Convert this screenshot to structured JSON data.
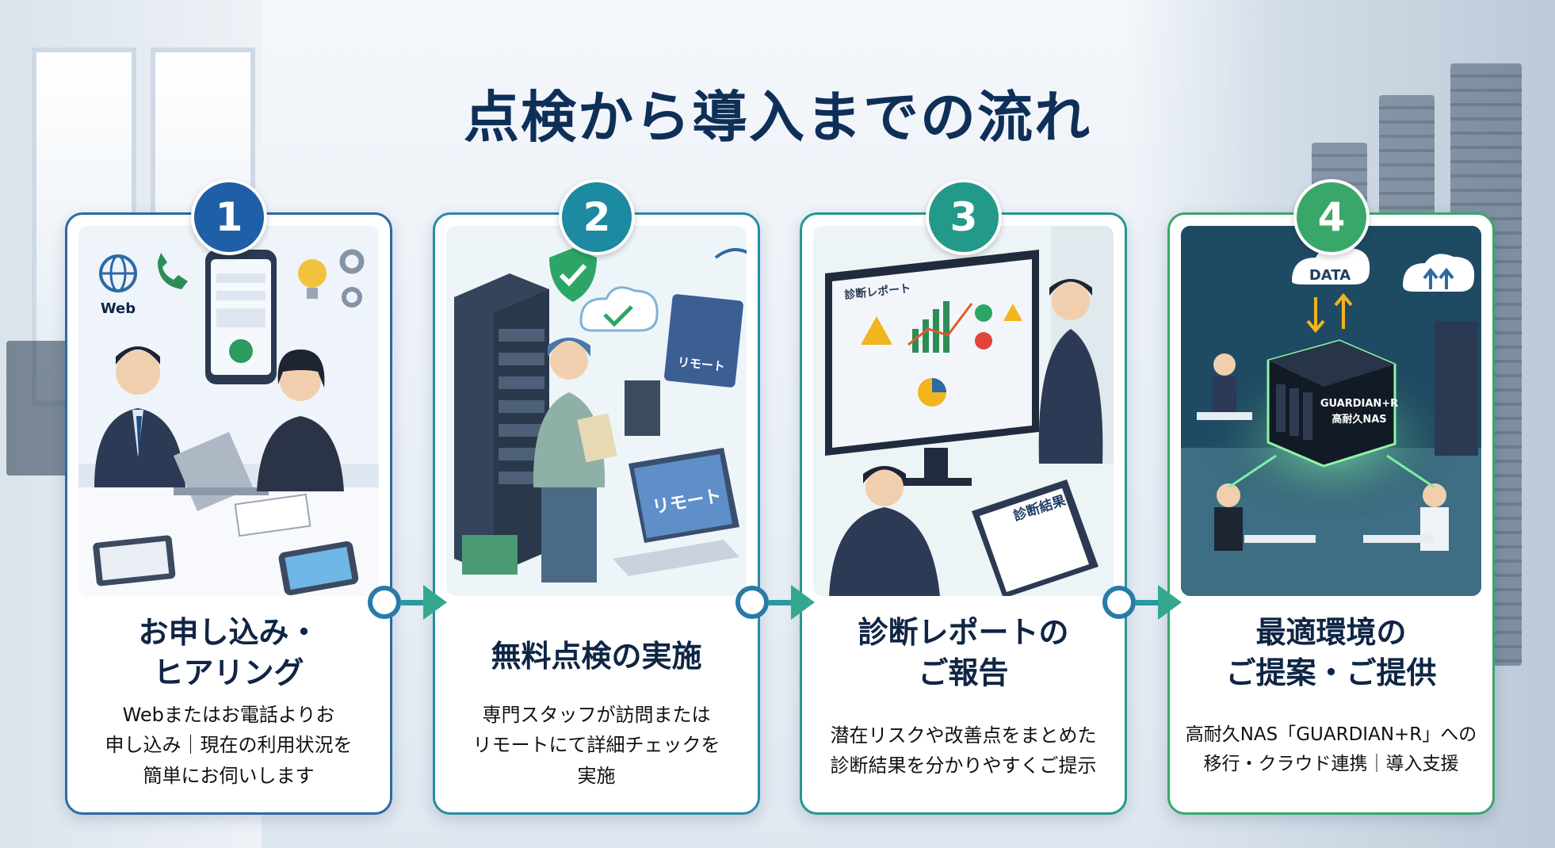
{
  "title": "点検から導入までの流れ",
  "steps": [
    {
      "number": "1",
      "title_line1": "お申し込み・",
      "title_line2": "ヒアリング",
      "desc_line1": "Webまたはお電話よりお",
      "desc_line2": "申し込み｜現在の利用状況を",
      "desc_line3": "簡単にお伺いします",
      "illus_label": "Web"
    },
    {
      "number": "2",
      "title_line1": "無料点検の実施",
      "title_line2": "",
      "desc_line1": "専門スタッフが訪問または",
      "desc_line2": "リモートにて詳細チェックを",
      "desc_line3": "実施",
      "illus_label": "リモート",
      "illus_label2": "リモート"
    },
    {
      "number": "3",
      "title_line1": "診断レポートの",
      "title_line2": "ご報告",
      "desc_line1": "潜在リスクや改善点をまとめた",
      "desc_line2": "診断結果を分かりやすくご提示",
      "desc_line3": "",
      "illus_label": "診断レポート",
      "illus_label2": "診断結果"
    },
    {
      "number": "4",
      "title_line1": "最適環境の",
      "title_line2": "ご提案・ご提供",
      "desc_line1": "高耐久NAS「GUARDIAN+R」への",
      "desc_line2": "移行・クラウド連携｜導入支援",
      "desc_line3": "",
      "illus_label": "DATA",
      "illus_label2": "GUARDIAN+R",
      "illus_label3": "高耐久NAS"
    }
  ],
  "colors": {
    "title": "#0e2f57",
    "badge1": "#1f5fa8",
    "badge2": "#1c8aa0",
    "badge3": "#23998a",
    "badge4": "#3aa76a"
  }
}
